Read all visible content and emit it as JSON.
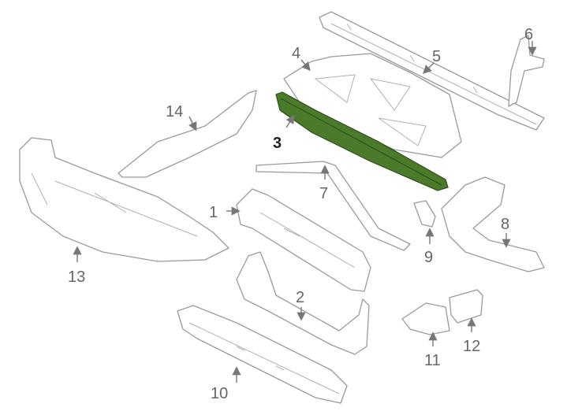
{
  "diagram": {
    "highlight_color": "#4a7a2a",
    "labels": [
      "1",
      "2",
      "3",
      "4",
      "5",
      "6",
      "7",
      "8",
      "9",
      "10",
      "11",
      "12",
      "13",
      "14"
    ],
    "highlighted_part": "3"
  }
}
